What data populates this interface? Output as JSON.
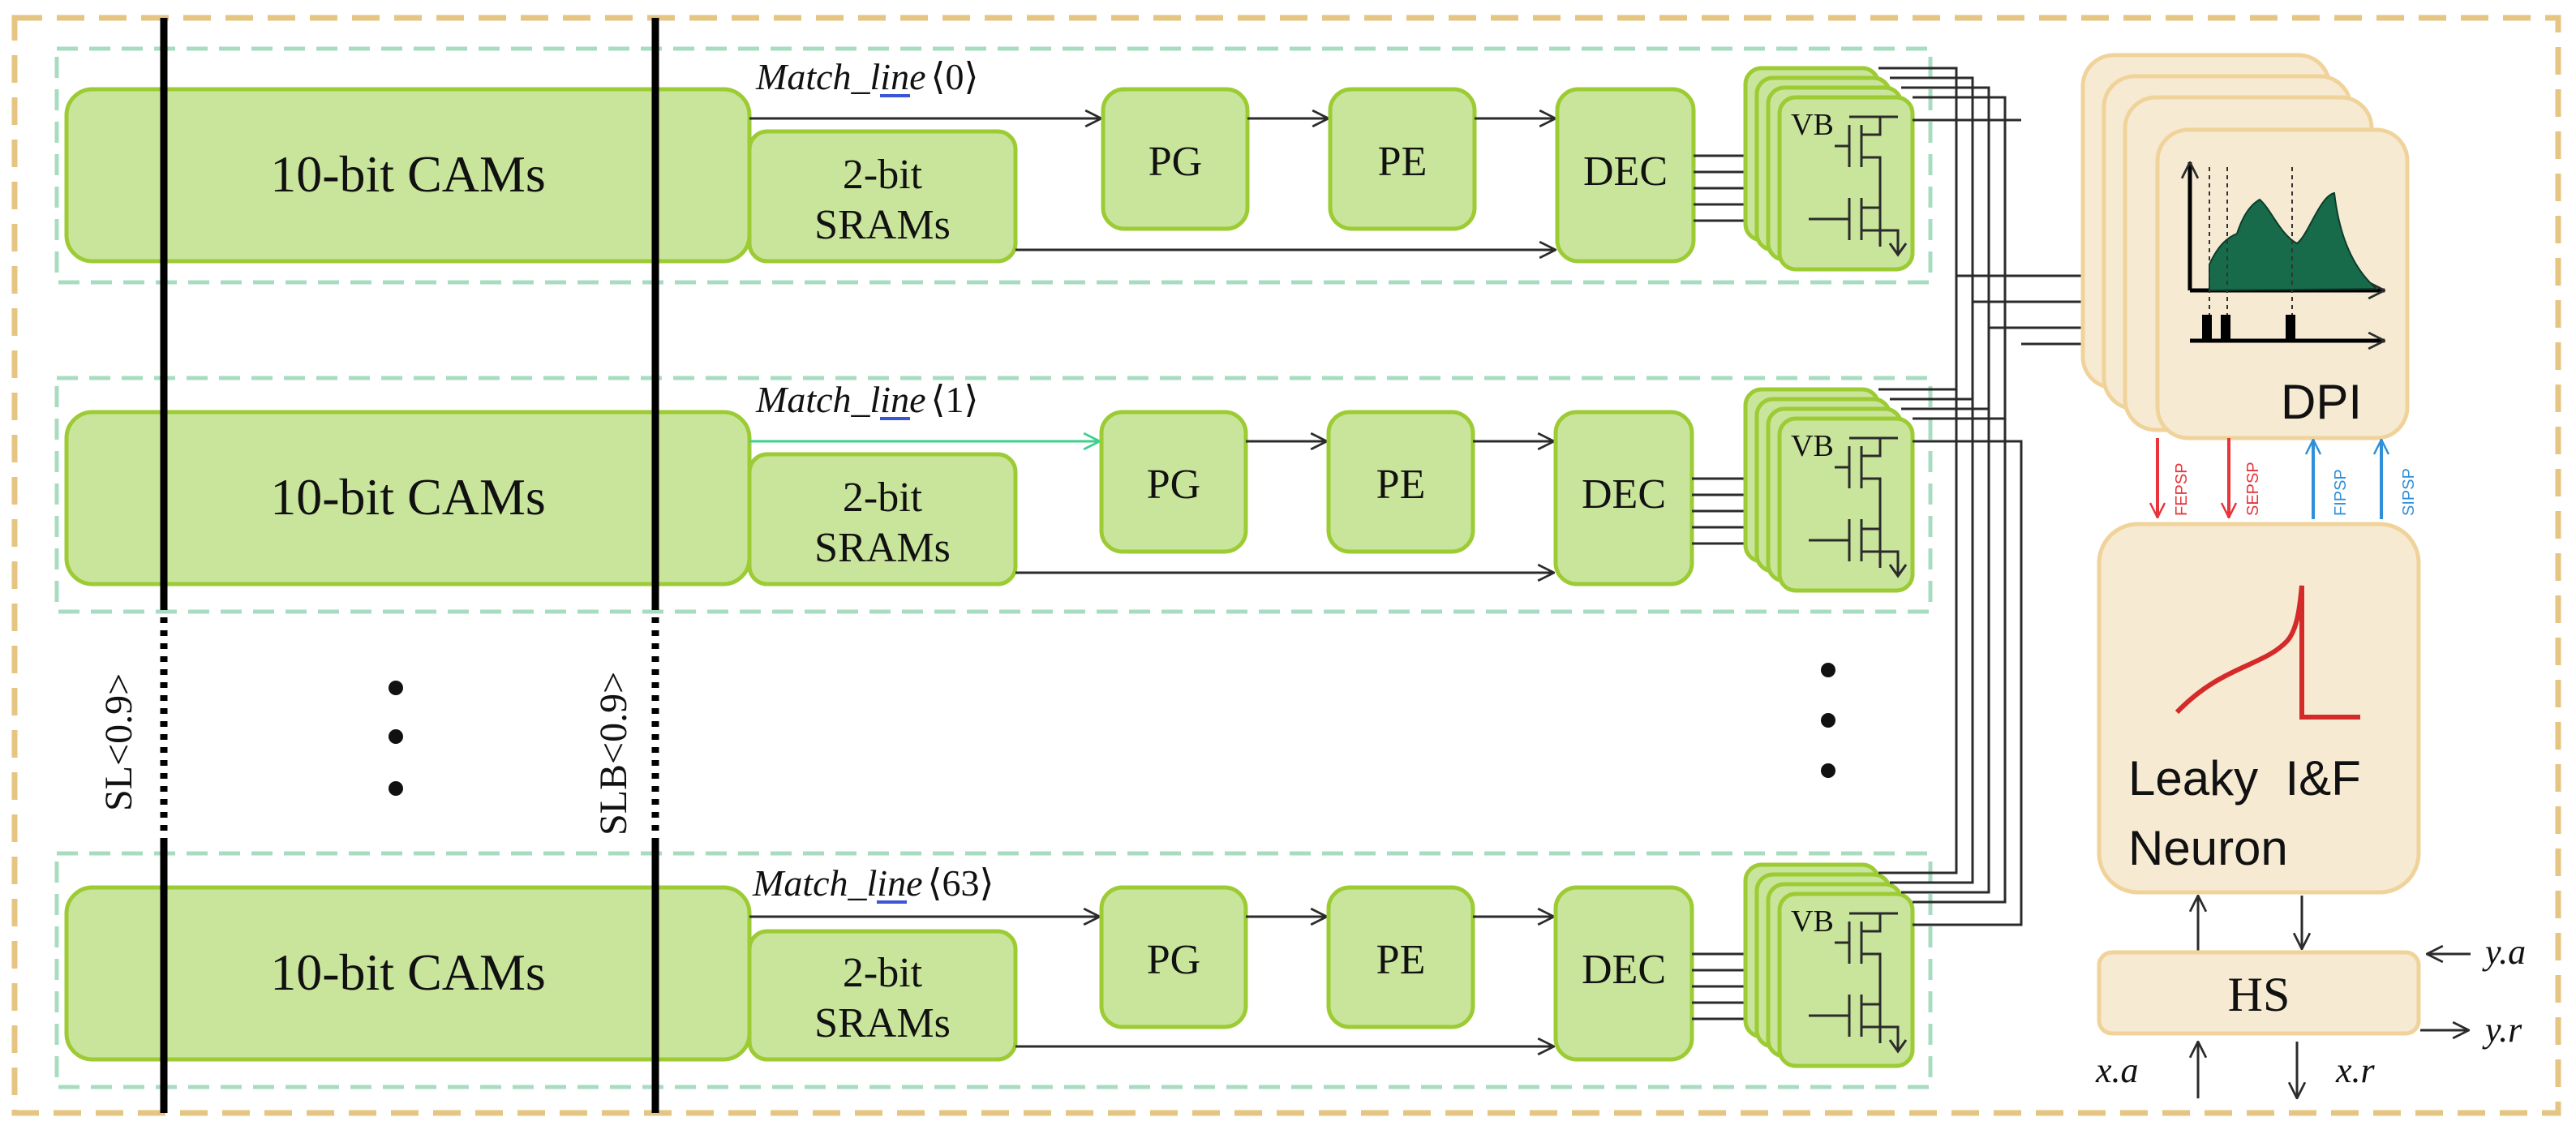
{
  "rows": [
    {
      "cam_label": "10-bit CAMs",
      "sram_label_1": "2-bit",
      "sram_label_2": "SRAMs",
      "match_label": "Match_line",
      "match_index": "⟨0⟩",
      "pg": "PG",
      "pe": "PE",
      "dec": "DEC",
      "vb": "VB"
    },
    {
      "cam_label": "10-bit CAMs",
      "sram_label_1": "2-bit",
      "sram_label_2": "SRAMs",
      "match_label": "Match_line",
      "match_index": "⟨1⟩",
      "pg": "PG",
      "pe": "PE",
      "dec": "DEC",
      "vb": "VB"
    },
    {
      "cam_label": "10-bit CAMs",
      "sram_label_1": "2-bit",
      "sram_label_2": "SRAMs",
      "match_label": "Match_line",
      "match_index": "⟨63⟩",
      "pg": "PG",
      "pe": "PE",
      "dec": "DEC",
      "vb": "VB"
    }
  ],
  "search_lines": {
    "sl": "SL<0.9>",
    "slb": "SLB<0.9>"
  },
  "dpi": {
    "label": "DPI"
  },
  "synapse_signals": [
    {
      "label": "FEPSP",
      "color": "#e8343a"
    },
    {
      "label": "SEPSP",
      "color": "#e8343a"
    },
    {
      "label": "FIPSP",
      "color": "#2f8fd8"
    },
    {
      "label": "SIPSP",
      "color": "#2f8fd8"
    }
  ],
  "neuron": {
    "line1": "Leaky  I&F",
    "line2": "Neuron"
  },
  "hs": {
    "label": "HS"
  },
  "handshake": {
    "ya": "y.a",
    "yr": "y.r",
    "xa": "x.a",
    "xr": "x.r"
  },
  "colors": {
    "block_fill": "#c9e59c",
    "block_stroke": "#9ccb34",
    "panel_fill": "#f6ead2",
    "panel_stroke": "#f0d39a",
    "outer_border": "#e6c583",
    "row_border": "#a8dcc0",
    "highlight_wire": "#3fcf8e",
    "dpi_fill": "#176b4b",
    "neuron_curve": "#d42a2a"
  }
}
